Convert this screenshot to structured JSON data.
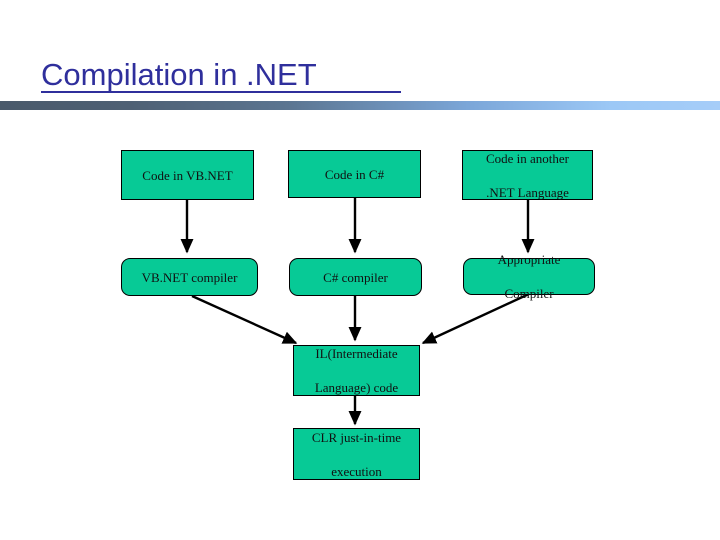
{
  "slide": {
    "title": "Compilation in .NET",
    "background_color": "#ffffff",
    "title_color": "#2f2f9c",
    "divider_gradient_from": "#4a5a6b",
    "divider_gradient_to": "#a6cdf8"
  },
  "diagram": {
    "node_fill_color": "#07ca96",
    "node_border_color": "#000000",
    "nodes": [
      {
        "id": "code-vb-net",
        "label": "Code in VB.NET"
      },
      {
        "id": "code-csharp",
        "label": "Code in C#"
      },
      {
        "id": "code-other",
        "line1": "Code in another",
        "line2": ".NET Language"
      },
      {
        "id": "vb-net-compiler",
        "label": "VB.NET compiler"
      },
      {
        "id": "csharp-compiler",
        "label": "C# compiler"
      },
      {
        "id": "appropriate-compiler",
        "line1": "Appropriate",
        "line2": "Compiler"
      },
      {
        "id": "il-code",
        "line1": "IL(Intermediate",
        "line2": "Language) code"
      },
      {
        "id": "clr-execution",
        "line1": "CLR just-in-time",
        "line2": "execution"
      }
    ],
    "edges": [
      {
        "from": "code-vb-net",
        "to": "vb-net-compiler"
      },
      {
        "from": "code-csharp",
        "to": "csharp-compiler"
      },
      {
        "from": "code-other",
        "to": "appropriate-compiler"
      },
      {
        "from": "vb-net-compiler",
        "to": "il-code"
      },
      {
        "from": "csharp-compiler",
        "to": "il-code"
      },
      {
        "from": "appropriate-compiler",
        "to": "il-code"
      },
      {
        "from": "il-code",
        "to": "clr-execution"
      }
    ]
  }
}
